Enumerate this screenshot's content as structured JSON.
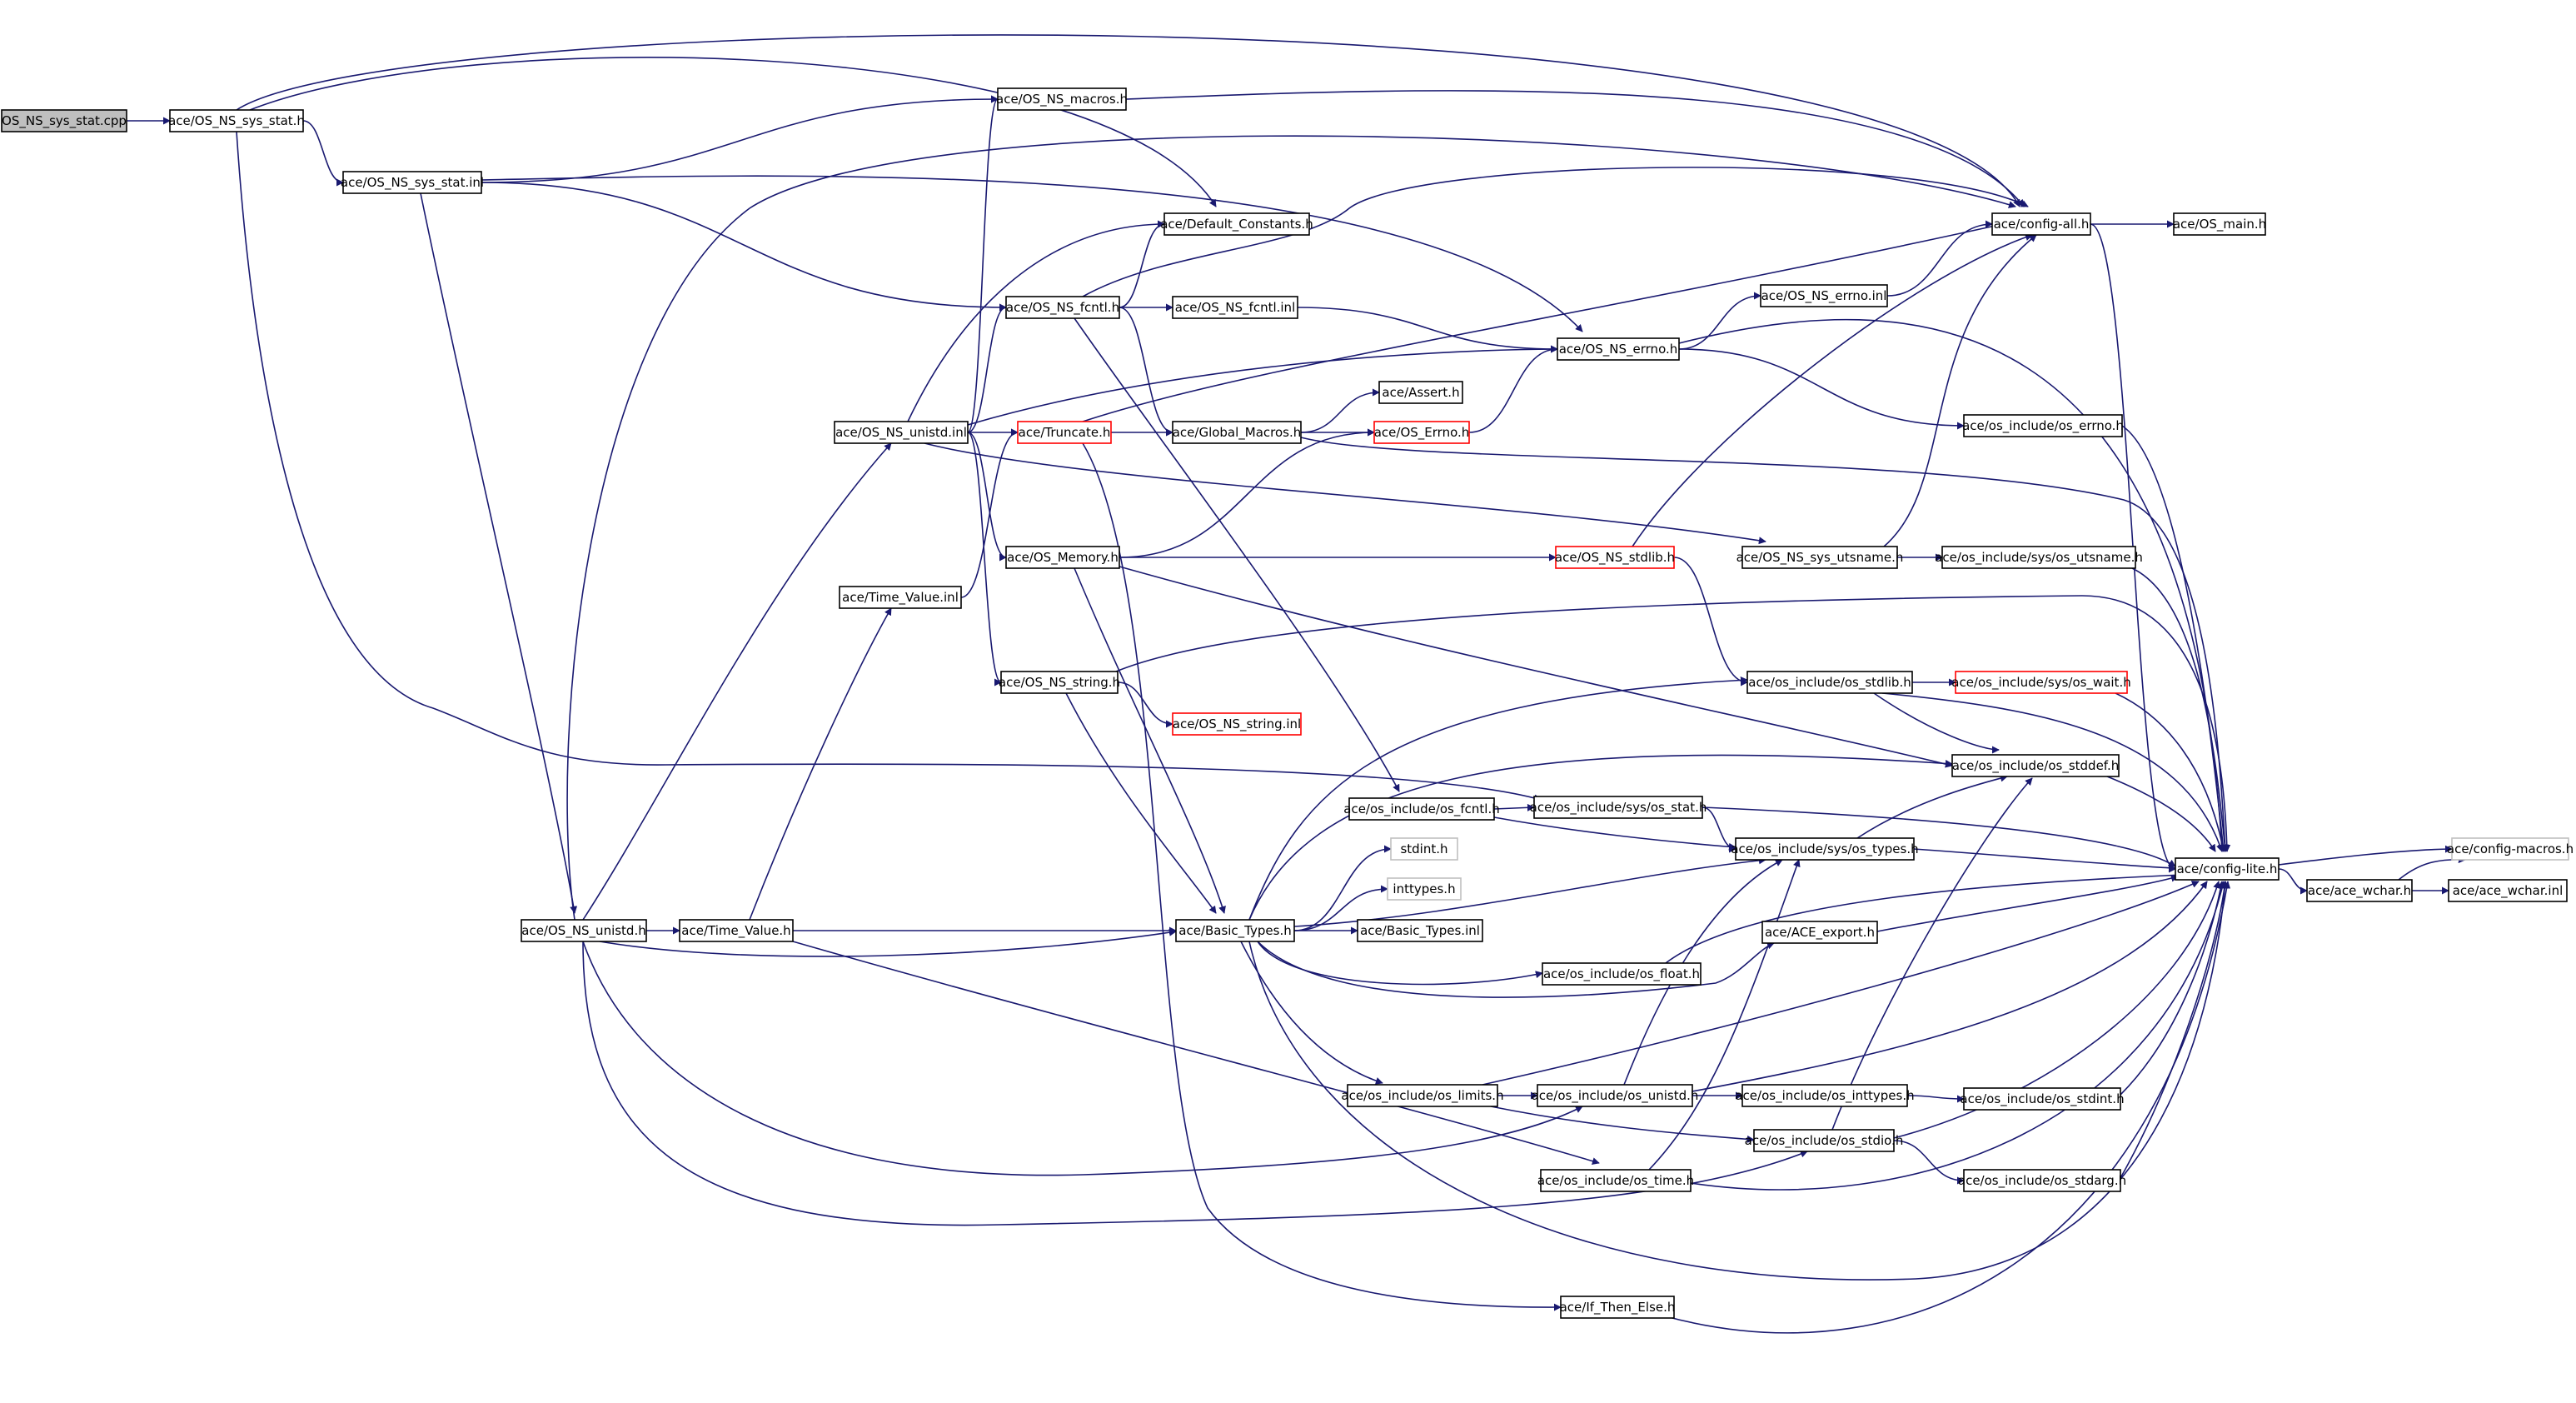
{
  "graph": {
    "type": "include-dependency-graph",
    "colors": {
      "edge": "#191970",
      "node_border": "#000000",
      "node_border_incomplete": "#ff0000",
      "node_border_system": "#bfbfbf",
      "root_fill": "#bfbfbf"
    },
    "nodes": [
      {
        "id": "n_root",
        "label": "OS_NS_sys_stat.cpp",
        "style": "root"
      },
      {
        "id": "n_sysstat_h",
        "label": "ace/OS_NS_sys_stat.h",
        "style": "normal"
      },
      {
        "id": "n_sysstat_inl",
        "label": "ace/OS_NS_sys_stat.inl",
        "style": "normal"
      },
      {
        "id": "n_macros",
        "label": "ace/OS_NS_macros.h",
        "style": "normal"
      },
      {
        "id": "n_defconst",
        "label": "ace/Default_Constants.h",
        "style": "normal"
      },
      {
        "id": "n_fcntl_h",
        "label": "ace/OS_NS_fcntl.h",
        "style": "normal"
      },
      {
        "id": "n_fcntl_inl",
        "label": "ace/OS_NS_fcntl.inl",
        "style": "normal"
      },
      {
        "id": "n_unistd_inl",
        "label": "ace/OS_NS_unistd.inl",
        "style": "normal"
      },
      {
        "id": "n_truncate",
        "label": "ace/Truncate.h",
        "style": "red"
      },
      {
        "id": "n_globalmacros",
        "label": "ace/Global_Macros.h",
        "style": "normal"
      },
      {
        "id": "n_assert",
        "label": "ace/Assert.h",
        "style": "normal"
      },
      {
        "id": "n_oserrno",
        "label": "ace/OS_Errno.h",
        "style": "red"
      },
      {
        "id": "n_memory",
        "label": "ace/OS_Memory.h",
        "style": "normal"
      },
      {
        "id": "n_stdlib",
        "label": "ace/OS_NS_stdlib.h",
        "style": "red"
      },
      {
        "id": "n_utsname",
        "label": "ace/OS_NS_sys_utsname.h",
        "style": "normal"
      },
      {
        "id": "n_os_utsname",
        "label": "ace/os_include/sys/os_utsname.h",
        "style": "normal"
      },
      {
        "id": "n_timevalue_inl",
        "label": "ace/Time_Value.inl",
        "style": "normal"
      },
      {
        "id": "n_string_h",
        "label": "ace/OS_NS_string.h",
        "style": "normal"
      },
      {
        "id": "n_string_inl",
        "label": "ace/OS_NS_string.inl",
        "style": "red"
      },
      {
        "id": "n_configall",
        "label": "ace/config-all.h",
        "style": "normal"
      },
      {
        "id": "n_osmain",
        "label": "ace/OS_main.h",
        "style": "normal"
      },
      {
        "id": "n_errno_inl",
        "label": "ace/OS_NS_errno.inl",
        "style": "normal"
      },
      {
        "id": "n_errno_h",
        "label": "ace/OS_NS_errno.h",
        "style": "normal"
      },
      {
        "id": "n_os_errno",
        "label": "ace/os_include/os_errno.h",
        "style": "normal"
      },
      {
        "id": "n_os_stdlib",
        "label": "ace/os_include/os_stdlib.h",
        "style": "normal"
      },
      {
        "id": "n_os_wait",
        "label": "ace/os_include/sys/os_wait.h",
        "style": "red"
      },
      {
        "id": "n_os_stddef",
        "label": "ace/os_include/os_stddef.h",
        "style": "normal"
      },
      {
        "id": "n_os_fcntl",
        "label": "ace/os_include/os_fcntl.h",
        "style": "normal"
      },
      {
        "id": "n_os_stat",
        "label": "ace/os_include/sys/os_stat.h",
        "style": "normal"
      },
      {
        "id": "n_os_types",
        "label": "ace/os_include/sys/os_types.h",
        "style": "normal"
      },
      {
        "id": "n_configlite",
        "label": "ace/config-lite.h",
        "style": "normal"
      },
      {
        "id": "n_configmacros",
        "label": "ace/config-macros.h",
        "style": "gray"
      },
      {
        "id": "n_acewchar_h",
        "label": "ace/ace_wchar.h",
        "style": "normal"
      },
      {
        "id": "n_acewchar_inl",
        "label": "ace/ace_wchar.inl",
        "style": "normal"
      },
      {
        "id": "n_stdint",
        "label": "stdint.h",
        "style": "gray"
      },
      {
        "id": "n_inttypes",
        "label": "inttypes.h",
        "style": "gray"
      },
      {
        "id": "n_unistd_h",
        "label": "ace/OS_NS_unistd.h",
        "style": "normal"
      },
      {
        "id": "n_timevalue_h",
        "label": "ace/Time_Value.h",
        "style": "normal"
      },
      {
        "id": "n_basictypes",
        "label": "ace/Basic_Types.h",
        "style": "normal"
      },
      {
        "id": "n_basictypes_inl",
        "label": "ace/Basic_Types.inl",
        "style": "normal"
      },
      {
        "id": "n_aceexport",
        "label": "ace/ACE_export.h",
        "style": "normal"
      },
      {
        "id": "n_os_float",
        "label": "ace/os_include/os_float.h",
        "style": "normal"
      },
      {
        "id": "n_os_limits",
        "label": "ace/os_include/os_limits.h",
        "style": "normal"
      },
      {
        "id": "n_os_unistd",
        "label": "ace/os_include/os_unistd.h",
        "style": "normal"
      },
      {
        "id": "n_os_inttypes",
        "label": "ace/os_include/os_inttypes.h",
        "style": "normal"
      },
      {
        "id": "n_os_stdint",
        "label": "ace/os_include/os_stdint.h",
        "style": "normal"
      },
      {
        "id": "n_os_stdio",
        "label": "ace/os_include/os_stdio.h",
        "style": "normal"
      },
      {
        "id": "n_os_time",
        "label": "ace/os_include/os_time.h",
        "style": "normal"
      },
      {
        "id": "n_os_stdarg",
        "label": "ace/os_include/os_stdarg.h",
        "style": "normal"
      },
      {
        "id": "n_ifthenelse",
        "label": "ace/If_Then_Else.h",
        "style": "normal"
      }
    ],
    "edges": [
      [
        "n_root",
        "n_sysstat_h"
      ],
      [
        "n_sysstat_h",
        "n_sysstat_inl"
      ],
      [
        "n_sysstat_h",
        "n_configall"
      ],
      [
        "n_sysstat_h",
        "n_defconst"
      ],
      [
        "n_sysstat_h",
        "n_os_stat"
      ],
      [
        "n_sysstat_inl",
        "n_macros"
      ],
      [
        "n_sysstat_inl",
        "n_errno_h"
      ],
      [
        "n_sysstat_inl",
        "n_fcntl_h"
      ],
      [
        "n_sysstat_inl",
        "n_unistd_h"
      ],
      [
        "n_macros",
        "n_configall"
      ],
      [
        "n_fcntl_h",
        "n_defconst"
      ],
      [
        "n_fcntl_h",
        "n_configall"
      ],
      [
        "n_fcntl_h",
        "n_fcntl_inl"
      ],
      [
        "n_fcntl_h",
        "n_globalmacros"
      ],
      [
        "n_fcntl_h",
        "n_os_fcntl"
      ],
      [
        "n_fcntl_inl",
        "n_errno_h"
      ],
      [
        "n_unistd_inl",
        "n_macros"
      ],
      [
        "n_unistd_inl",
        "n_defconst"
      ],
      [
        "n_unistd_inl",
        "n_fcntl_h"
      ],
      [
        "n_unistd_inl",
        "n_errno_h"
      ],
      [
        "n_unistd_inl",
        "n_truncate"
      ],
      [
        "n_unistd_inl",
        "n_memory"
      ],
      [
        "n_unistd_inl",
        "n_string_h"
      ],
      [
        "n_unistd_inl",
        "n_utsname"
      ],
      [
        "n_truncate",
        "n_globalmacros"
      ],
      [
        "n_truncate",
        "n_configall"
      ],
      [
        "n_truncate",
        "n_ifthenelse"
      ],
      [
        "n_globalmacros",
        "n_assert"
      ],
      [
        "n_globalmacros",
        "n_oserrno"
      ],
      [
        "n_globalmacros",
        "n_configlite"
      ],
      [
        "n_oserrno",
        "n_errno_h"
      ],
      [
        "n_memory",
        "n_oserrno"
      ],
      [
        "n_memory",
        "n_stdlib"
      ],
      [
        "n_memory",
        "n_basictypes"
      ],
      [
        "n_memory",
        "n_os_stddef"
      ],
      [
        "n_stdlib",
        "n_configall"
      ],
      [
        "n_stdlib",
        "n_os_stdlib"
      ],
      [
        "n_utsname",
        "n_configall"
      ],
      [
        "n_utsname",
        "n_os_utsname"
      ],
      [
        "n_os_utsname",
        "n_configlite"
      ],
      [
        "n_timevalue_inl",
        "n_truncate"
      ],
      [
        "n_string_h",
        "n_string_inl"
      ],
      [
        "n_string_h",
        "n_basictypes"
      ],
      [
        "n_string_h",
        "n_configlite"
      ],
      [
        "n_configall",
        "n_osmain"
      ],
      [
        "n_configall",
        "n_configlite"
      ],
      [
        "n_errno_h",
        "n_errno_inl"
      ],
      [
        "n_errno_h",
        "n_os_errno"
      ],
      [
        "n_errno_h",
        "n_configlite"
      ],
      [
        "n_errno_inl",
        "n_configall"
      ],
      [
        "n_os_errno",
        "n_configlite"
      ],
      [
        "n_os_stdlib",
        "n_os_wait"
      ],
      [
        "n_os_stdlib",
        "n_os_stddef"
      ],
      [
        "n_os_stdlib",
        "n_configlite"
      ],
      [
        "n_os_wait",
        "n_configlite"
      ],
      [
        "n_os_stddef",
        "n_configlite"
      ],
      [
        "n_os_fcntl",
        "n_os_stat"
      ],
      [
        "n_os_fcntl",
        "n_os_types"
      ],
      [
        "n_os_stat",
        "n_os_types"
      ],
      [
        "n_os_stat",
        "n_configlite"
      ],
      [
        "n_os_types",
        "n_os_stddef"
      ],
      [
        "n_os_types",
        "n_configlite"
      ],
      [
        "n_configlite",
        "n_configmacros"
      ],
      [
        "n_configlite",
        "n_acewchar_h"
      ],
      [
        "n_acewchar_h",
        "n_acewchar_inl"
      ],
      [
        "n_acewchar_h",
        "n_configmacros"
      ],
      [
        "n_unistd_h",
        "n_unistd_inl"
      ],
      [
        "n_unistd_h",
        "n_timevalue_h"
      ],
      [
        "n_unistd_h",
        "n_basictypes"
      ],
      [
        "n_unistd_h",
        "n_os_unistd"
      ],
      [
        "n_unistd_h",
        "n_os_stdio"
      ],
      [
        "n_unistd_h",
        "n_configall"
      ],
      [
        "n_timevalue_h",
        "n_timevalue_inl"
      ],
      [
        "n_timevalue_h",
        "n_basictypes"
      ],
      [
        "n_timevalue_h",
        "n_os_time"
      ],
      [
        "n_basictypes",
        "n_stdint"
      ],
      [
        "n_basictypes",
        "n_inttypes"
      ],
      [
        "n_basictypes",
        "n_basictypes_inl"
      ],
      [
        "n_basictypes",
        "n_os_stdlib"
      ],
      [
        "n_basictypes",
        "n_os_stddef"
      ],
      [
        "n_basictypes",
        "n_os_types"
      ],
      [
        "n_basictypes",
        "n_os_float"
      ],
      [
        "n_basictypes",
        "n_aceexport"
      ],
      [
        "n_basictypes",
        "n_os_limits"
      ],
      [
        "n_basictypes",
        "n_configlite"
      ],
      [
        "n_aceexport",
        "n_configlite"
      ],
      [
        "n_os_float",
        "n_configlite"
      ],
      [
        "n_os_limits",
        "n_os_unistd"
      ],
      [
        "n_os_limits",
        "n_os_stdio"
      ],
      [
        "n_os_limits",
        "n_configlite"
      ],
      [
        "n_os_unistd",
        "n_os_types"
      ],
      [
        "n_os_unistd",
        "n_os_inttypes"
      ],
      [
        "n_os_unistd",
        "n_configlite"
      ],
      [
        "n_os_inttypes",
        "n_os_stdint"
      ],
      [
        "n_os_stdint",
        "n_configlite"
      ],
      [
        "n_os_stdio",
        "n_os_stdarg"
      ],
      [
        "n_os_stdio",
        "n_os_stddef"
      ],
      [
        "n_os_stdio",
        "n_configlite"
      ],
      [
        "n_os_time",
        "n_os_types"
      ],
      [
        "n_os_time",
        "n_configlite"
      ],
      [
        "n_os_stdarg",
        "n_configlite"
      ],
      [
        "n_ifthenelse",
        "n_configlite"
      ]
    ]
  }
}
